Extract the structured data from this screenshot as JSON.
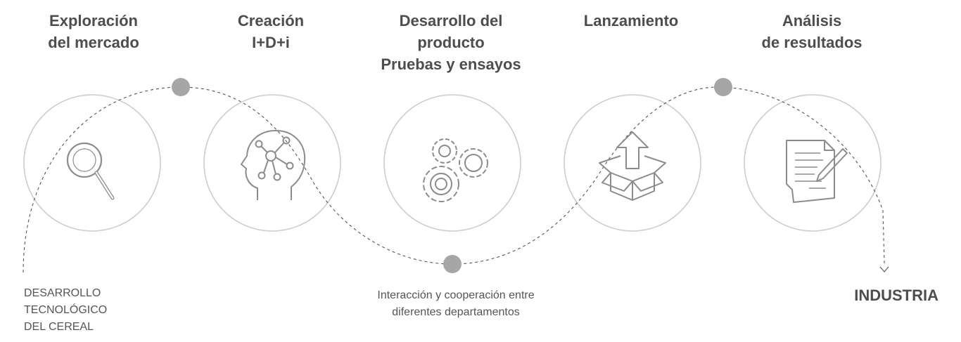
{
  "stages": [
    {
      "icon": "magnifier-icon",
      "title_lines": [
        "Exploración",
        "del mercado"
      ]
    },
    {
      "icon": "head-network-icon",
      "title_lines": [
        "Creación",
        "I+D+i"
      ]
    },
    {
      "icon": "gears-icon",
      "title_lines": [
        "Desarrollo del",
        "producto",
        "Pruebas y ensayos"
      ]
    },
    {
      "icon": "box-upload-icon",
      "title_lines": [
        "Lanzamiento"
      ]
    },
    {
      "icon": "document-pen-icon",
      "title_lines": [
        "Análisis",
        "de resultados"
      ]
    }
  ],
  "start_label_lines": [
    "DESARROLLO",
    "TECNOLÓGICO",
    "DEL CEREAL"
  ],
  "middle_label_lines": [
    "Interacción y cooperación entre",
    "diferentes departamentos"
  ],
  "end_label": "INDUSTRIA",
  "colors": {
    "circle_stroke": "#cccccc",
    "icon_stroke": "#8c8c8c",
    "dot_fill": "#a6a6a6",
    "text": "#4d4d4d"
  }
}
